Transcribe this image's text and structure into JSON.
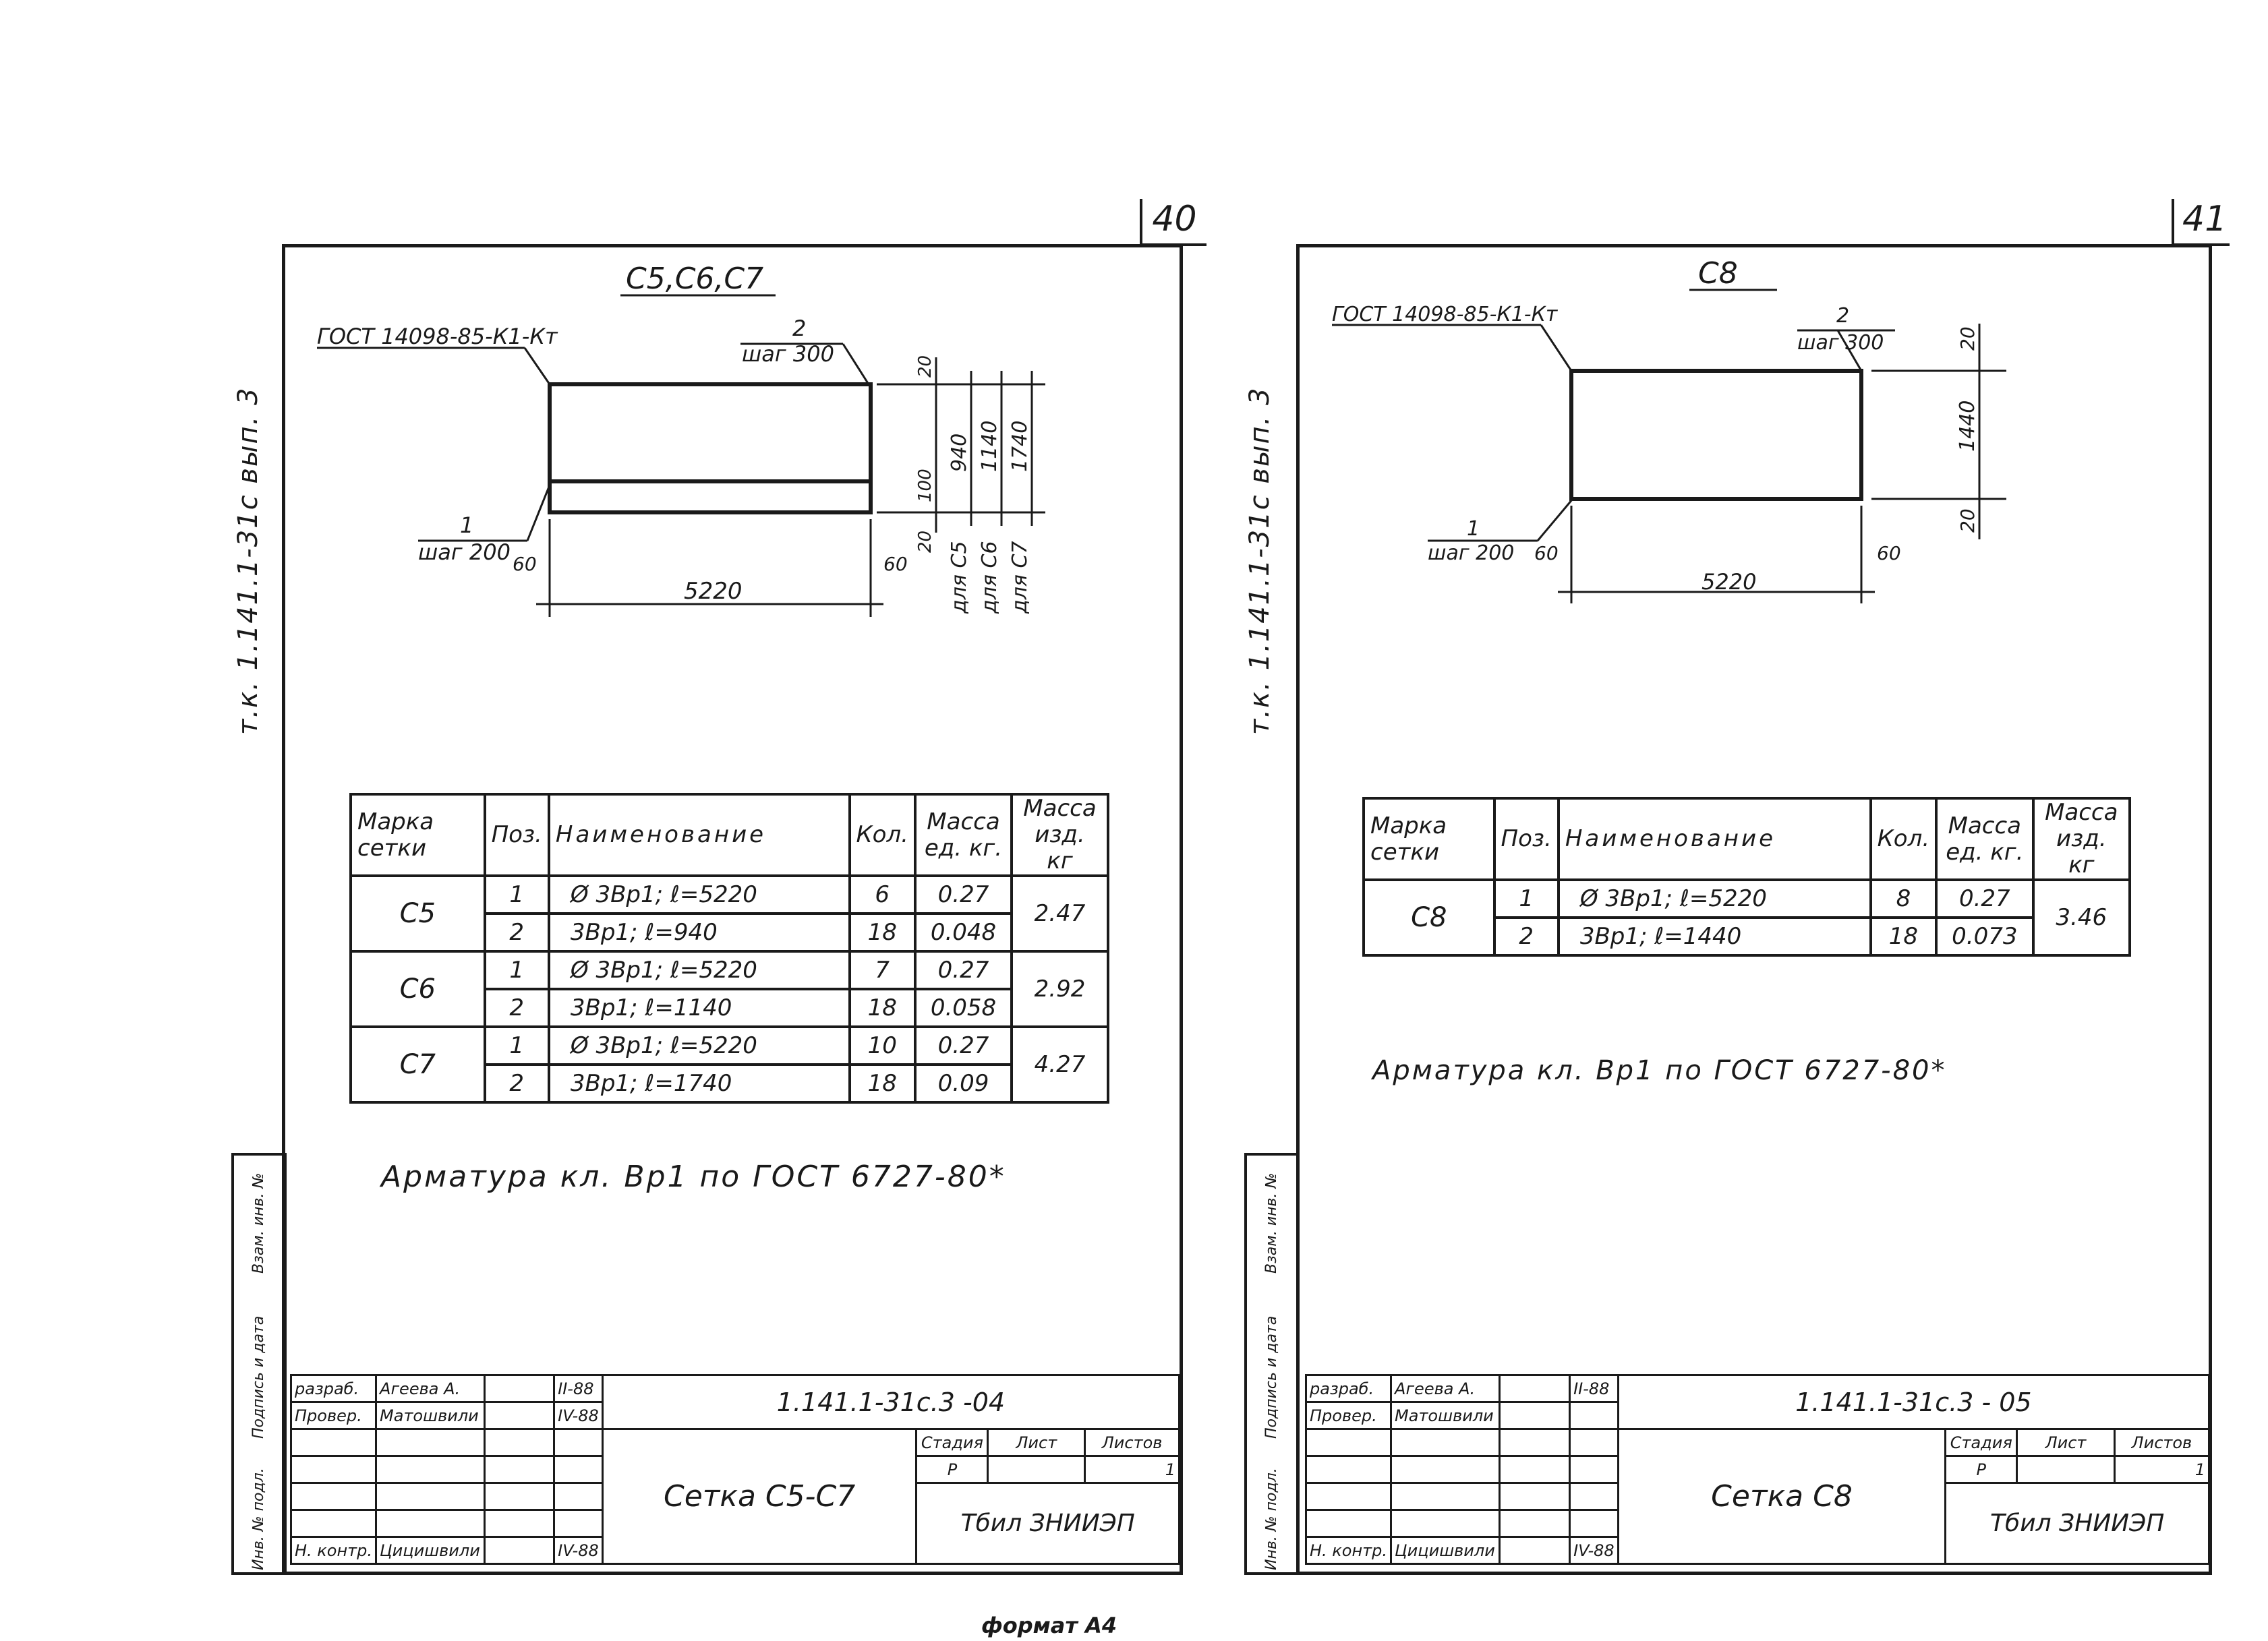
{
  "left": {
    "page_number": "40",
    "side_label": "т.к. 1.141.1-31с   вып. 3",
    "drawing": {
      "title": "С5,С6,С7",
      "gost_label": "ГОСТ 14098-85-К1-Кт",
      "pos2_num": "2",
      "pos2_step": "шаг 300",
      "pos1_num": "1",
      "pos1_step": "шаг 200",
      "dim_length": "5220",
      "dim_60_left": "60",
      "dim_60_right": "60",
      "dim_20_top": "20",
      "dim_20_bottom": "20",
      "dim_100": "100",
      "dim_940": "940",
      "dim_1140": "1140",
      "dim_1740": "1740",
      "for_c5": "для С5",
      "for_c6": "для С6",
      "for_c7": "для С7"
    },
    "table": {
      "h_mark": "Марка сетки",
      "h_pos": "Поз.",
      "h_name": "Наименование",
      "h_qty": "Кол.",
      "h_mass_unit": "Масса ед. кг.",
      "h_mass_item": "Масса изд. кг",
      "groups": [
        {
          "mark": "С5",
          "total": "2.47",
          "rows": [
            {
              "pos": "1",
              "name": "Ø 3Вр1; ℓ=5220",
              "qty": "6",
              "mass": "0.27"
            },
            {
              "pos": "2",
              "name": "3Вр1; ℓ=940",
              "qty": "18",
              "mass": "0.048"
            }
          ]
        },
        {
          "mark": "С6",
          "total": "2.92",
          "rows": [
            {
              "pos": "1",
              "name": "Ø 3Вр1; ℓ=5220",
              "qty": "7",
              "mass": "0.27"
            },
            {
              "pos": "2",
              "name": "3Вр1; ℓ=1140",
              "qty": "18",
              "mass": "0.058"
            }
          ]
        },
        {
          "mark": "С7",
          "total": "4.27",
          "rows": [
            {
              "pos": "1",
              "name": "Ø 3Вр1; ℓ=5220",
              "qty": "10",
              "mass": "0.27"
            },
            {
              "pos": "2",
              "name": "3Вр1; ℓ=1740",
              "qty": "18",
              "mass": "0.09"
            }
          ]
        }
      ]
    },
    "note": "Арматура кл. Вр1 по ГОСТ 6727-80*",
    "stamp": {
      "role1": "разраб.",
      "name1": "Агеева А.",
      "date1": "II-88",
      "role2": "Провер.",
      "name2": "Матошвили",
      "date2": "IV-88",
      "role3": "Н. контр.",
      "name3": "Цицишвили",
      "date3": "IV-88",
      "code": "1.141.1-31с.3 -04",
      "h_stage": "Стадия",
      "h_sheet": "Лист",
      "h_sheets": "Листов",
      "stage": "Р",
      "sheets": "1",
      "name": "Сетка С5-С7",
      "org": "Тбил ЗНИИЭП"
    },
    "sidebox": {
      "inv": "Инв. № подл.",
      "sign": "Подпись и дата",
      "vzam": "Взам. инв. №"
    }
  },
  "right": {
    "page_number": "41",
    "side_label": "т.к. 1.141.1-31с   вып. 3",
    "drawing": {
      "title": "С8",
      "gost_label": "ГОСТ 14098-85-К1-Кт",
      "pos2_num": "2",
      "pos2_step": "шаг 300",
      "pos1_num": "1",
      "pos1_step": "шаг 200",
      "dim_length": "5220",
      "dim_60_left": "60",
      "dim_60_right": "60",
      "dim_20_top": "20",
      "dim_20_bottom": "20",
      "dim_1440": "1440"
    },
    "table": {
      "h_mark": "Марка сетки",
      "h_pos": "Поз.",
      "h_name": "Наименование",
      "h_qty": "Кол.",
      "h_mass_unit": "Масса ед. кг.",
      "h_mass_item": "Масса изд. кг",
      "groups": [
        {
          "mark": "С8",
          "total": "3.46",
          "rows": [
            {
              "pos": "1",
              "name": "Ø 3Вр1; ℓ=5220",
              "qty": "8",
              "mass": "0.27"
            },
            {
              "pos": "2",
              "name": "3Вр1; ℓ=1440",
              "qty": "18",
              "mass": "0.073"
            }
          ]
        }
      ]
    },
    "note": "Арматура кл. Вр1 по ГОСТ 6727-80*",
    "stamp": {
      "role1": "разраб.",
      "name1": "Агеева А.",
      "date1": "II-88",
      "role2": "Провер.",
      "name2": "Матошвили",
      "role3": "Н. контр.",
      "name3": "Цицишвили",
      "date3": "IV-88",
      "code": "1.141.1-31с.3 - 05",
      "h_stage": "Стадия",
      "h_sheet": "Лист",
      "h_sheets": "Листов",
      "stage": "Р",
      "sheets": "1",
      "name": "Сетка С8",
      "org": "Тбил ЗНИИЭП"
    },
    "sidebox": {
      "inv": "Инв. № подл.",
      "sign": "Подпись и дата",
      "vzam": "Взам. инв. №"
    }
  },
  "footer": {
    "format": "формат А4"
  }
}
